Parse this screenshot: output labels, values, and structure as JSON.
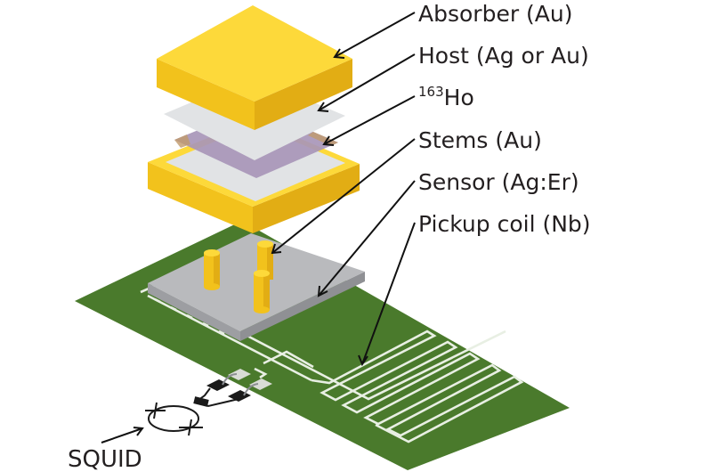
{
  "diagram": {
    "labels": [
      {
        "id": "absorber",
        "text": "Absorber (Au)"
      },
      {
        "id": "host",
        "text": "Host (Ag or Au)"
      },
      {
        "id": "isotope",
        "superscript": "163",
        "text": "Ho"
      },
      {
        "id": "stems",
        "text": "Stems (Au)"
      },
      {
        "id": "sensor",
        "text": "Sensor (Ag:Er)"
      },
      {
        "id": "pickup-coil",
        "text": "Pickup coil (Nb)"
      }
    ],
    "squid_label": "SQUID",
    "colors": {
      "gold_top": "#fdd93a",
      "gold_side_left": "#f2c21c",
      "gold_side_right": "#e2ad14",
      "host_foil": "#e1e3e5",
      "holmium_layer": "#a896b9",
      "sensor_top": "#b9babd",
      "sensor_side": "#9d9ea2",
      "board": "#4a7a2c",
      "trace": "#e8efe3",
      "pad": "#d9dcd6",
      "squid_pad": "#1a1a1a"
    }
  }
}
